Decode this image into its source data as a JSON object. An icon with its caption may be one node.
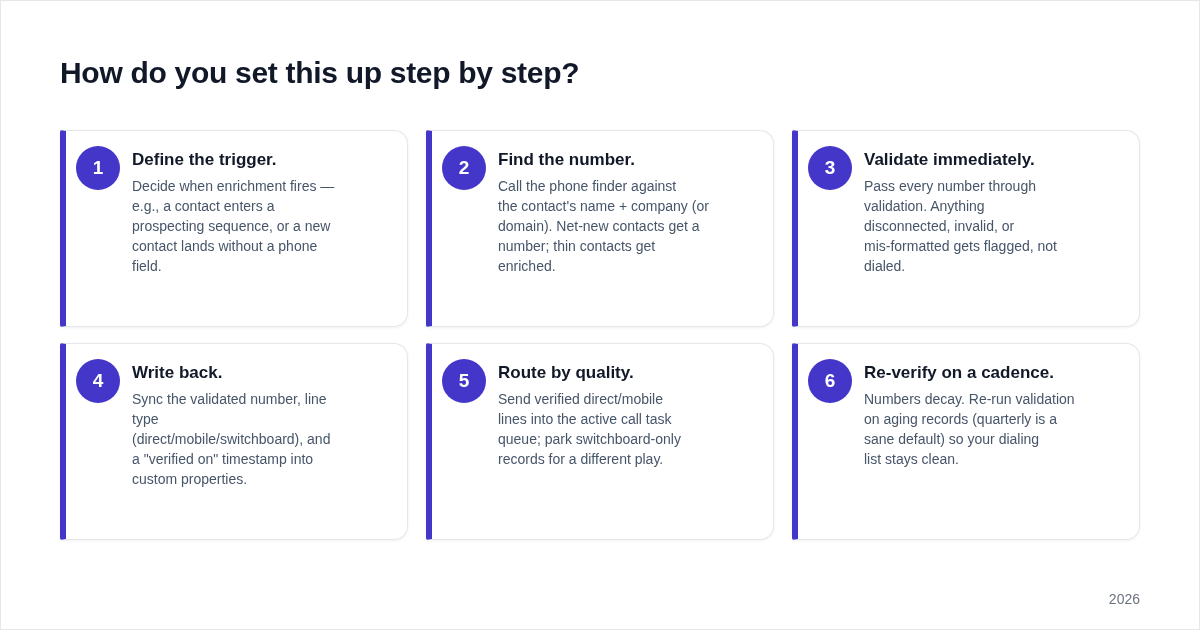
{
  "diagram": {
    "title": "How do you set this up step by step?",
    "nodes": [
      {
        "text": [
          "Define the trigger.",
          "Decide when enrichment fires — e.g., a contact enters a prospecting sequence, or a new contact lands without a phone field."
        ]
      },
      {
        "text": [
          "1"
        ],
        "in": 0
      },
      {
        "text": [
          "Find the number.",
          "Call the phone finder against the contact's name + company (or domain). Net-new contacts get a number; thin contacts get enriched."
        ]
      },
      {
        "text": [
          "2"
        ],
        "in": 2
      },
      {
        "text": [
          "Validate immediately.",
          "Pass every number through validation. Anything disconnected, invalid, or mis-formatted gets flagged, not dialed."
        ]
      },
      {
        "text": [
          "3"
        ],
        "in": 4
      },
      {
        "text": [
          "Write back.",
          "Sync the validated number, line type (direct/mobile/switchboard), and a \"verified on\" timestamp into custom properties."
        ]
      },
      {
        "text": [
          "4"
        ],
        "in": 6
      },
      {
        "text": [
          "Route by quality.",
          "Send verified direct/mobile lines into the active call task queue; park switchboard-only records for a different play."
        ]
      },
      {
        "text": [
          "5"
        ],
        "in": 8
      },
      {
        "text": [
          "Re-verify on a cadence.",
          "Numbers decay. Re-run validation on aging records (quarterly is a sane default) so your dialing list stays clean."
        ]
      },
      {
        "text": [
          "6"
        ],
        "in": 10
      }
    ],
    "labels": [
      "2026"
    ]
  }
}
